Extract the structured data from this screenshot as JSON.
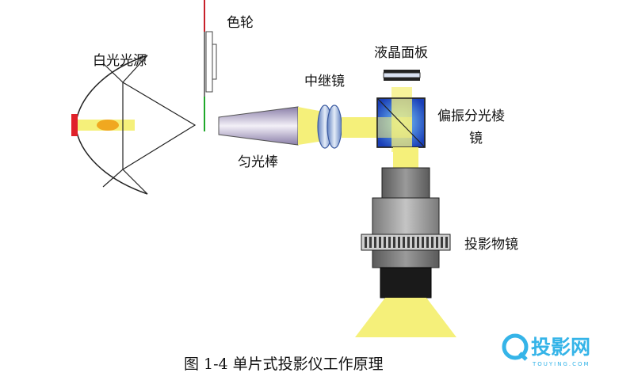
{
  "labels": {
    "light_source": "白光光源",
    "color_wheel": "色轮",
    "light_rod": "匀光棒",
    "relay_lens": "中继镜",
    "lcd_panel": "液晶面板",
    "pbs_line1": "偏振分光棱",
    "pbs_line2": "镜",
    "projection_lens": "投影物镜"
  },
  "caption": "图 1-4  单片式投影仪工作原理",
  "watermark": {
    "text": "投影网",
    "subtext": "TOUYING.COM"
  },
  "colors": {
    "beam": "#f5f07a",
    "reflector_cap": "#e0212a",
    "prism_blue": "#2f5fd0",
    "lens_dark": "#4a4a4a",
    "watermark": "#35b4e8"
  }
}
